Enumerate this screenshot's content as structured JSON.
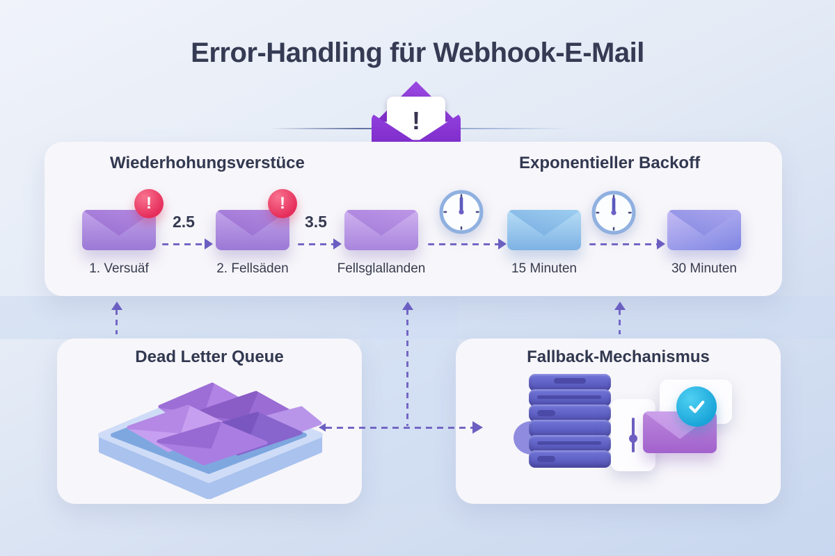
{
  "title": "Error-Handling für Webhook-E-Mail",
  "top_icon": {
    "alert_mark": "!"
  },
  "retry_section": {
    "heading": "Wiederhohungsverstüce",
    "attempt1_label": "1. Versuäf",
    "attempt1_badge": "!",
    "delay1": "2.5",
    "attempt2_label": "2. Fellsäden",
    "attempt2_badge": "!",
    "delay2": "3.5",
    "failed_label": "Fellsglallanden"
  },
  "backoff_section": {
    "heading": "Exponentieller Backoff",
    "wait1_label": "15 Minuten",
    "wait2_label": "30 Minuten"
  },
  "dead_letter_panel": {
    "heading": "Dead Letter Queue"
  },
  "fallback_panel": {
    "heading": "Fallback-Mechanismus"
  },
  "colors": {
    "background_top": "#eef2f9",
    "background_bottom": "#c8d7ef",
    "panel": "#f7f6fa",
    "title_text": "#363b54",
    "arrow_purple": "#6c5fc2",
    "badge_red": "#e52e5b",
    "envelope_purple": "#9b79d6",
    "envelope_blue": "#7eb2e4",
    "envelope_indigo": "#7e86e3",
    "big_envelope_purple": "#8330cf",
    "check_cyan": "#1ba7da",
    "server_indigo": "#5e5fc2",
    "clock_ring": "#8fb0e0",
    "tray_blue": "#a9c2ee"
  }
}
